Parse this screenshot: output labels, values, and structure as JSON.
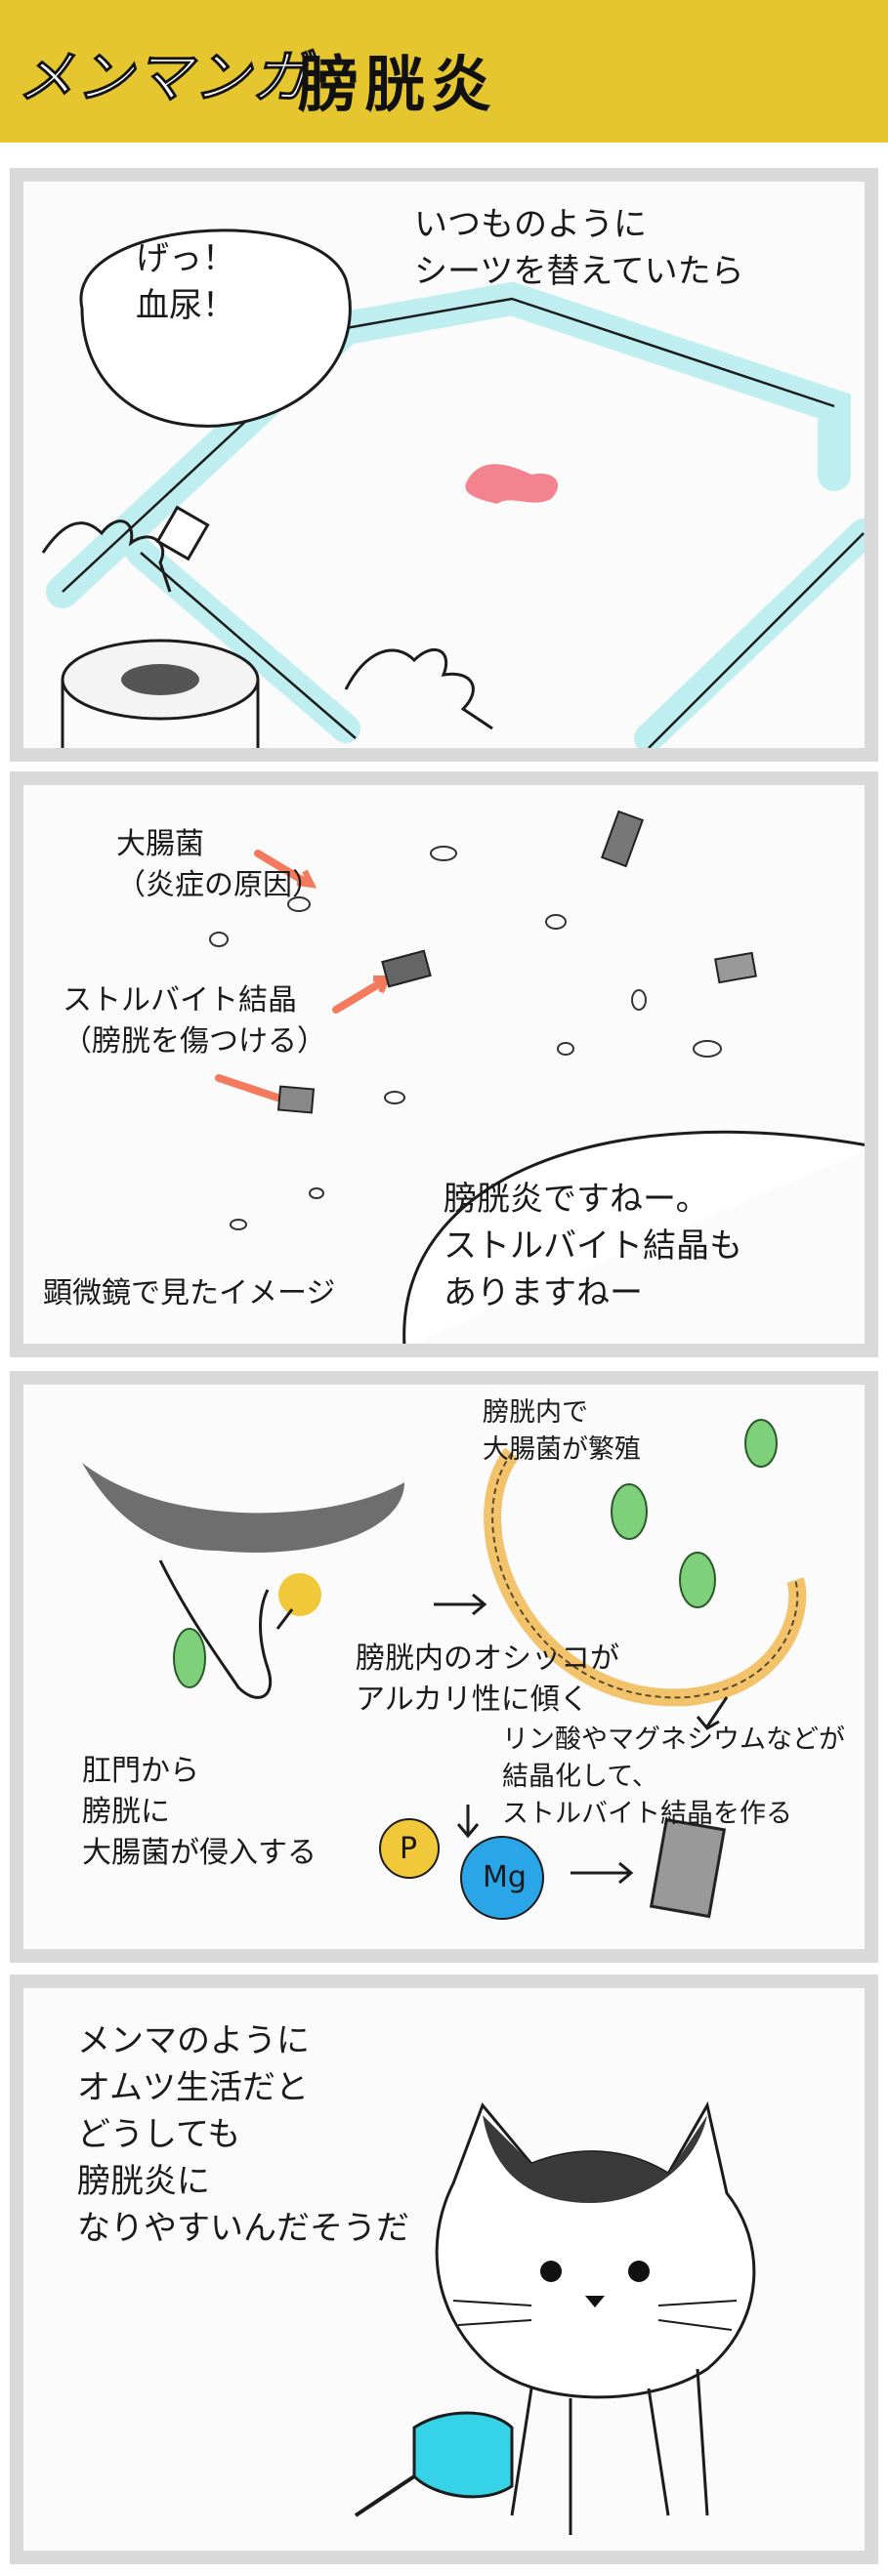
{
  "header": {
    "series": "メンマンガ",
    "title": "膀胱炎"
  },
  "panel1": {
    "speech": "げっ！\n血尿！",
    "narration": "いつものように\nシーツを替えていたら"
  },
  "panel2": {
    "label_bacteria": "大腸菌\n（炎症の原因）",
    "label_crystal": "ストルバイト結晶\n（膀胱を傷つける）",
    "caption": "顕微鏡で見たイメージ",
    "vet_speech": "膀胱炎ですねー。\nストルバイト結晶も\nありますねー"
  },
  "panel3": {
    "label_bladder": "膀胱内で\n大腸菌が繁殖",
    "label_alkaline": "膀胱内のオシッコが\nアルカリ性に傾く",
    "label_minerals": "リン酸やマグネシウムなどが\n結晶化して、\nストルバイト結晶を作る",
    "label_anus": "肛門から\n膀胱に\n大腸菌が侵入する",
    "mineral_p": "P",
    "mineral_mg": "Mg"
  },
  "panel4": {
    "narration": "メンマのように\nオムツ生活だと\nどうしても\n膀胱炎に\nなりやすいんだそうだ"
  },
  "colors": {
    "header_bg": "#e6c62f",
    "frame": "#d9d9d9",
    "sheet_blue": "#bfeef0",
    "blood": "#f26d7d",
    "arrow_red": "#f37a5c",
    "bacteria_green": "#7ed07a",
    "bladder_orange": "#f2c36a",
    "urine_yellow": "#f1c83a",
    "mg_blue": "#2aa6e8",
    "diaper_cyan": "#35d2e8"
  }
}
